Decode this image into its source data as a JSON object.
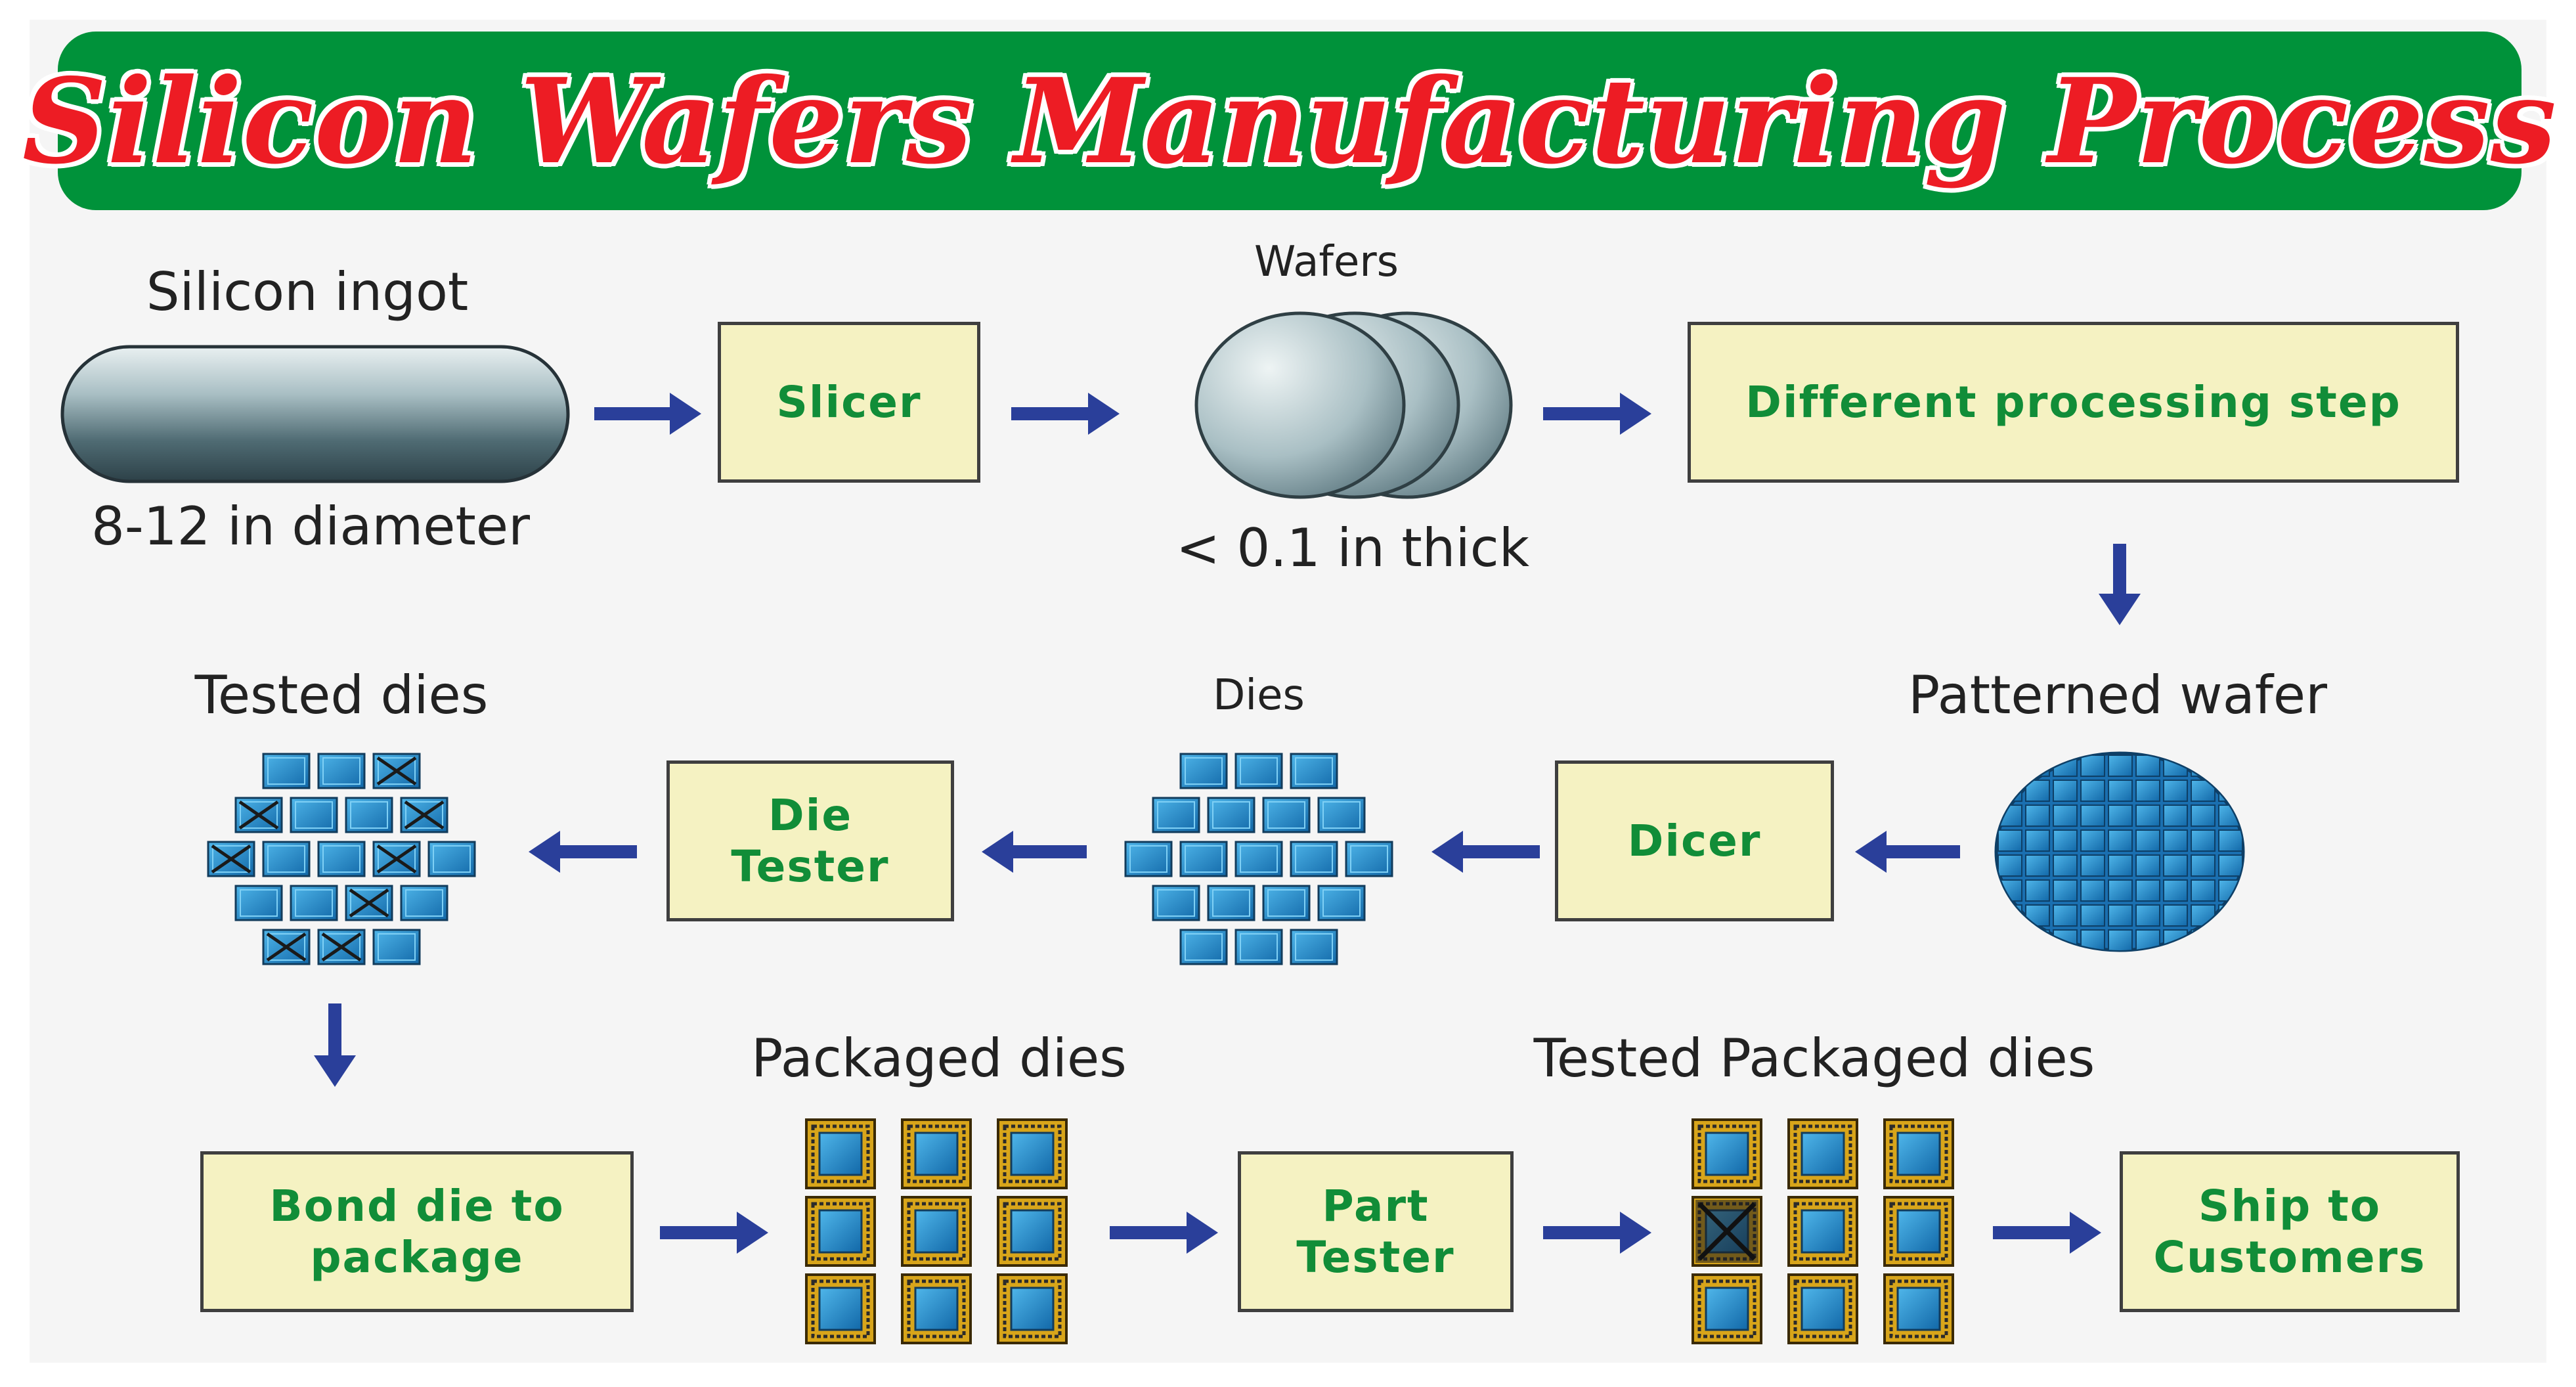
{
  "title": "Silicon Wafers Manufacturing Process",
  "colors": {
    "banner": "#00923a",
    "title": "#ed1c24",
    "box_fill": "#f5f2c2",
    "box_text": "#118d38",
    "arrow": "#2a3f9a",
    "die": "#1e86c8"
  },
  "labels": {
    "silicon_ingot": "Silicon ingot",
    "ingot_diameter": "8-12 in diameter",
    "wafers": "Wafers",
    "wafer_thickness": "< 0.1 in thick",
    "patterned_wafer": "Patterned wafer",
    "dies": "Dies",
    "tested_dies": "Tested dies",
    "packaged_dies": "Packaged dies",
    "tested_packaged_dies": "Tested Packaged dies"
  },
  "steps": {
    "slicer": "Slicer",
    "processing": "Different processing step",
    "dicer": "Dicer",
    "die_tester": "Die\nTester",
    "bond": "Bond die to\npackage",
    "part_tester": "Part\nTester",
    "ship": "Ship to\nCustomers"
  },
  "icons": [
    "silicon-ingot-icon",
    "wafer-stack-icon",
    "patterned-wafer-icon",
    "die-grid-icon",
    "tested-die-grid-icon",
    "packaged-die-grid-icon",
    "tested-packaged-die-grid-icon",
    "flow-arrow-icon"
  ]
}
